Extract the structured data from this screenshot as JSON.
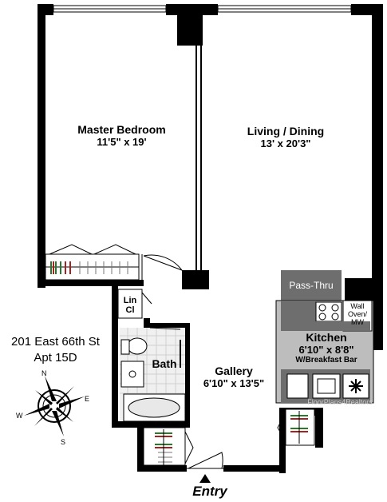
{
  "address": {
    "line1": "201 East 66th St",
    "line2": "Apt 15D"
  },
  "rooms": {
    "master_bedroom": {
      "name": "Master Bedroom",
      "dims": "11'5\" x 19'"
    },
    "living_dining": {
      "name": "Living / Dining",
      "dims": "13' x 20'3\""
    },
    "linen_closet": {
      "line1": "Lin",
      "line2": "Cl"
    },
    "bath": {
      "name": "Bath"
    },
    "gallery": {
      "name": "Gallery",
      "dims": "6'10\" x 13'5\""
    },
    "kitchen": {
      "name": "Kitchen",
      "dims": "6'10\" x 8'8\"",
      "note": "W/Breakfast Bar"
    },
    "pass_thru": {
      "name": "Pass-Thru"
    },
    "wall_oven": {
      "line1": "Wall",
      "line2": "Oven/",
      "line3": "MW"
    }
  },
  "entry": {
    "label": "Entry"
  },
  "compass": {
    "n": "N",
    "s": "S",
    "e": "E",
    "w": "W"
  },
  "watermark": "FloorPlans4Realtors",
  "colors": {
    "wall": "#000000",
    "kitchen_counter": "#6e6e6e",
    "kitchen_floor": "#bdbdbd",
    "bath_tile": "#e8e8e8"
  }
}
